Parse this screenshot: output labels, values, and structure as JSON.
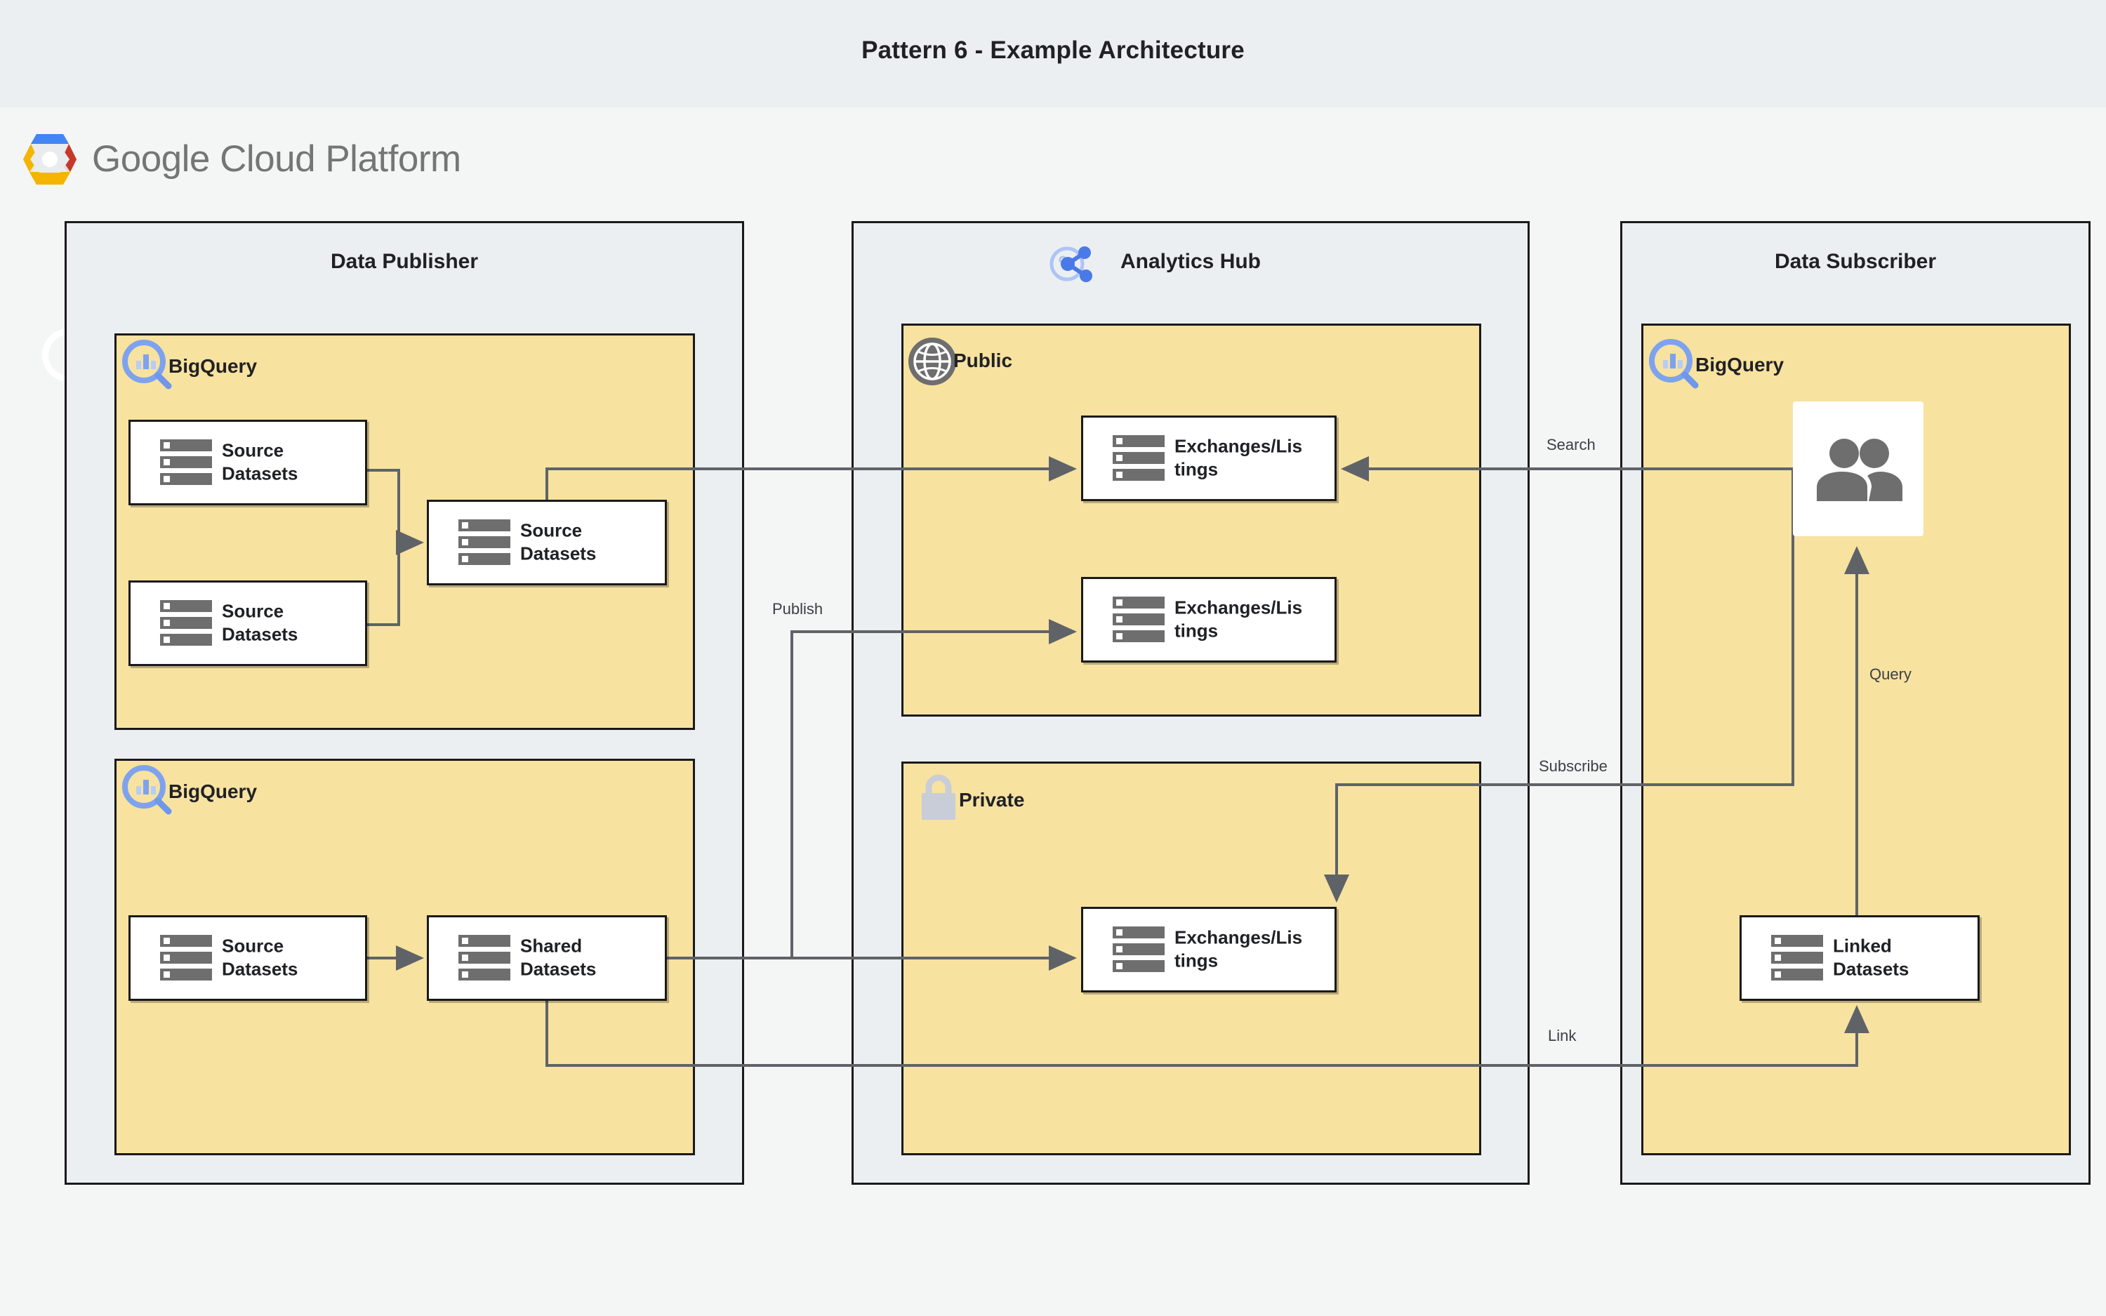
{
  "header": {
    "title": "Pattern 6 - Example Architecture",
    "brand": "Google Cloud Platform",
    "brand_icon": "gcp-hexagon-logo",
    "background": "#eceff1"
  },
  "colors": {
    "zone_fill": "#eceff1",
    "panel_fill": "#f7e2a0",
    "node_fill": "#ffffff",
    "stroke": "#1a1a1a",
    "wire": "#5f6368",
    "icon_blue": "#5b8def",
    "icon_grey": "#6e6e6e",
    "page_background": "#f4f5f5"
  },
  "zones": [
    {
      "id": "publisher",
      "title": "Data Publisher",
      "icon": null
    },
    {
      "id": "hub",
      "title": "Analytics Hub",
      "icon": "analytics-hub-share-icon"
    },
    {
      "id": "subscriber",
      "title": "Data Subscriber",
      "icon": null
    }
  ],
  "panels": [
    {
      "id": "pub-bq-1",
      "label": "BigQuery",
      "icon": "bigquery-icon"
    },
    {
      "id": "pub-bq-2",
      "label": "BigQuery",
      "icon": "bigquery-icon"
    },
    {
      "id": "hub-public",
      "label": "Public",
      "icon": "globe-icon"
    },
    {
      "id": "hub-private",
      "label": "Private",
      "icon": "lock-icon"
    },
    {
      "id": "sub-bq",
      "label": "BigQuery",
      "icon": "bigquery-icon"
    }
  ],
  "nodes": [
    {
      "id": "src-1",
      "label": "Source Datasets",
      "icon": "dataset-stack-icon"
    },
    {
      "id": "src-2",
      "label": "Source Datasets",
      "icon": "dataset-stack-icon"
    },
    {
      "id": "src-3",
      "label": "Source Datasets",
      "icon": "dataset-stack-icon"
    },
    {
      "id": "src-4",
      "label": "Source Datasets",
      "icon": "dataset-stack-icon"
    },
    {
      "id": "shared",
      "label": "Shared Datasets",
      "icon": "dataset-stack-icon"
    },
    {
      "id": "ex-1",
      "label": "Exchanges/Listings",
      "icon": "dataset-stack-icon"
    },
    {
      "id": "ex-2",
      "label": "Exchanges/Listings",
      "icon": "dataset-stack-icon"
    },
    {
      "id": "ex-3",
      "label": "Exchanges/Listings",
      "icon": "dataset-stack-icon"
    },
    {
      "id": "linked",
      "label": "Linked Datasets",
      "icon": "dataset-stack-icon"
    },
    {
      "id": "users",
      "label": "",
      "icon": "users-group-icon"
    }
  ],
  "node_labels": {
    "src_1_line1": "Source",
    "src_1_line2": "Datasets",
    "src_2_line1": "Source",
    "src_2_line2": "Datasets",
    "src_3_line1": "Source",
    "src_3_line2": "Datasets",
    "src_4_line1": "Source",
    "src_4_line2": "Datasets",
    "shared_line1": "Shared",
    "shared_line2": "Datasets",
    "ex_1_line1": "Exchanges/Lis",
    "ex_1_line2": "tings",
    "ex_2_line1": "Exchanges/Lis",
    "ex_2_line2": "tings",
    "ex_3_line1": "Exchanges/Lis",
    "ex_3_line2": "tings",
    "linked_line1": "Linked",
    "linked_line2": "Datasets"
  },
  "edges": [
    {
      "id": "publish",
      "label": "Publish",
      "from": "src-3 / shared",
      "to": "ex-1 / ex-2 / ex-3"
    },
    {
      "id": "search",
      "label": "Search",
      "from": "users",
      "to": "ex-1"
    },
    {
      "id": "subscribe",
      "label": "Subscribe",
      "from": "users",
      "to": "ex-3"
    },
    {
      "id": "query",
      "label": "Query",
      "from": "linked",
      "to": "users"
    },
    {
      "id": "link",
      "label": "Link",
      "from": "shared",
      "to": "linked"
    }
  ]
}
